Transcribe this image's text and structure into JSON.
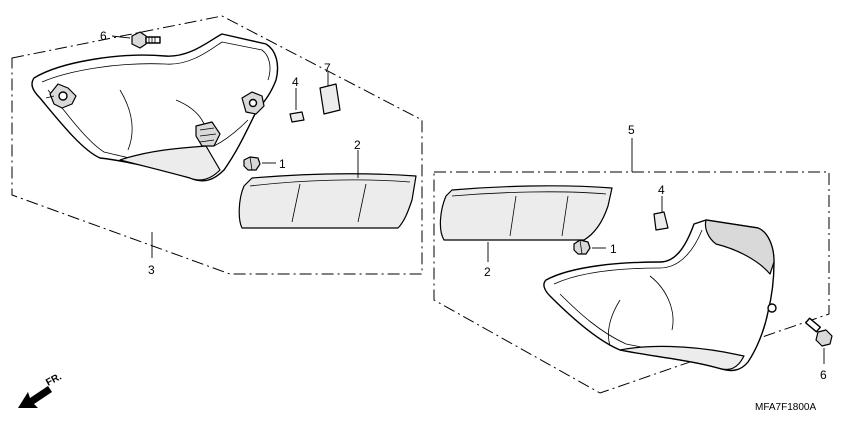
{
  "callouts": {
    "c6_top": "6",
    "c4_top": "4",
    "c7_top": "7",
    "c1_left": "1",
    "c2_left": "2",
    "c3": "3",
    "c5": "5",
    "c4_right": "4",
    "c2_right": "2",
    "c1_right": "1",
    "c6_bottom": "6"
  },
  "front_indicator": "FR.",
  "diagram_code": "MFA7F1800A"
}
